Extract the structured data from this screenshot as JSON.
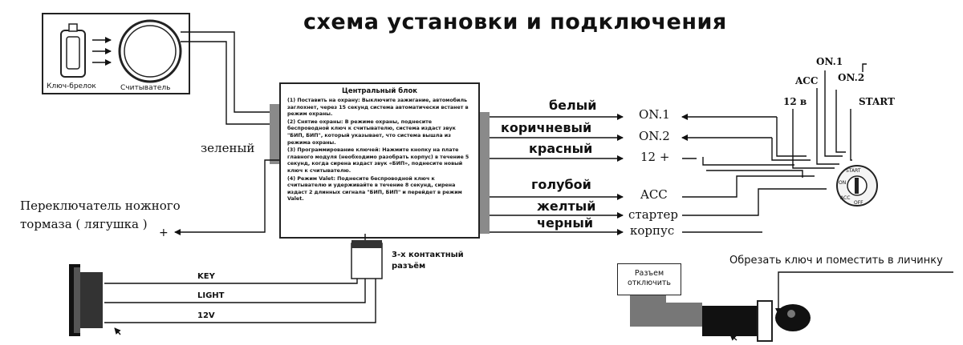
{
  "title": "схема установки и подключения",
  "key_panel": {
    "fob_label": "Ключ-брелок",
    "reader_label": "Считыватель"
  },
  "central_unit": {
    "title": "Центральный блок",
    "steps": [
      "(1) Поставить на охрану: Выключите зажигание, автомобиль заглохнет, через 15 секунд система автоматически встанет в режим охраны.",
      "(2) Снятие охраны: В режиме охраны, поднесите беспроводной ключ к считывателю, система издаст звук \"БИП, БИП\", который указывает, что система вышла из режима охраны.",
      "(3) Программирование ключей: Нажмите кнопку на плате главного модуля (необходимо разобрать корпус) в течение 5 секунд, когда сирена издаст звук «БИП», поднесите новый ключ к считывателю.",
      "(4) Режим Valet: Поднесите беспроводной ключ к считывателю и удерживайте в течение 8 секунд, сирена издаст 2 длинных сигнала \"БИП, БИП\" и перейдет в режим Valet."
    ]
  },
  "wires": {
    "green": "зеленый",
    "white": "белый",
    "brown": "коричневый",
    "red": "красный",
    "blue": "голубой",
    "yellow": "желтый",
    "black": "черный"
  },
  "terminals": {
    "on1": "ON.1",
    "on2": "ON.2",
    "plus12": "12 +",
    "acc": "ACC",
    "starter": "стартер",
    "ground": "корпус"
  },
  "ignition": {
    "on1": "ON.1",
    "acc": "ACC",
    "on2": "ON.2",
    "v12": "12 в",
    "start": "START",
    "switch_start": "START",
    "switch_on": "ON",
    "switch_acc": "ACC",
    "switch_off": "OFF"
  },
  "brake": {
    "line1": "Переключатель ножного",
    "line2": "тормаза ( лягушка )",
    "sign": "+"
  },
  "connector": {
    "line1": "3-х контактный",
    "line2": "разъём"
  },
  "button_wires": {
    "key": "KEY",
    "light": "LIGHT",
    "v12": "12V"
  },
  "disconnect": {
    "line1": "Разъем",
    "line2": "отключить"
  },
  "cut_key_note": "Обрезать ключ и поместить в личинку",
  "colors": {
    "ink": "#111111",
    "black_fill": "#151515",
    "grey": "#8a8a8a"
  }
}
